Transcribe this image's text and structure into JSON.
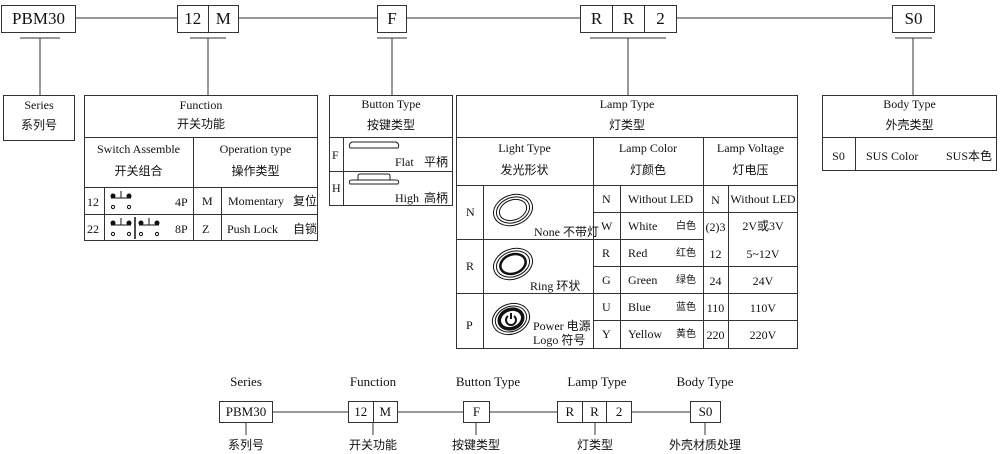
{
  "top_codes": {
    "series": "PBM30",
    "function": [
      "12",
      "M"
    ],
    "button": "F",
    "lamp": [
      "R",
      "R",
      "2"
    ],
    "body": "S0"
  },
  "series": {
    "en": "Series",
    "zh": "系列号"
  },
  "function": {
    "en": "Function",
    "zh": "开关功能",
    "switch_assemble": {
      "en": "Switch  Assemble",
      "zh": "开关组合"
    },
    "operation_type": {
      "en": "Operation type",
      "zh": "操作类型"
    },
    "rows": [
      {
        "code": "12",
        "poles": "4P",
        "op_code": "M",
        "op_en": "Momentary",
        "op_zh": "复位"
      },
      {
        "code": "22",
        "poles": "8P",
        "op_code": "Z",
        "op_en": "Push Lock",
        "op_zh": "自锁"
      }
    ]
  },
  "button_type": {
    "en": "Button   Type",
    "zh": "按键类型",
    "rows": [
      {
        "code": "F",
        "en": "Flat",
        "zh": "平柄"
      },
      {
        "code": "H",
        "en": "High",
        "zh": "高柄"
      }
    ]
  },
  "lamp_type": {
    "en": "Lamp   Type",
    "zh": "灯类型",
    "light_type": {
      "en": "Light Type",
      "zh": "发光形状",
      "rows": [
        {
          "code": "N",
          "label": "None 不带灯"
        },
        {
          "code": "R",
          "label": "Ring    环状"
        },
        {
          "code": "P",
          "label": "Power 电源",
          "label2": "Logo  符号"
        }
      ]
    },
    "lamp_color": {
      "en": "Lamp   Color",
      "zh": "灯颜色",
      "rows": [
        {
          "code": "N",
          "en": "Without LED",
          "zh": ""
        },
        {
          "code": "W",
          "en": "White",
          "zh": "白色"
        },
        {
          "code": "R",
          "en": "Red",
          "zh": "红色"
        },
        {
          "code": "G",
          "en": "Green",
          "zh": "绿色"
        },
        {
          "code": "U",
          "en": "Blue",
          "zh": "蓝色"
        },
        {
          "code": "Y",
          "en": "Yellow",
          "zh": "黄色"
        }
      ]
    },
    "lamp_voltage": {
      "en": "Lamp Voltage",
      "zh": "灯电压",
      "rows": [
        {
          "code": "N",
          "value": "Without LED"
        },
        {
          "code": "(2)3",
          "value": "2V或3V"
        },
        {
          "code": "12",
          "value": "5~12V"
        },
        {
          "code": "24",
          "value": "24V"
        },
        {
          "code": "110",
          "value": "110V"
        },
        {
          "code": "220",
          "value": "220V"
        }
      ]
    }
  },
  "body_type": {
    "en": "Body Type",
    "zh": "外壳类型",
    "rows": [
      {
        "code": "S0",
        "en": "SUS Color",
        "zh": "SUS本色"
      }
    ]
  },
  "bottom": {
    "labels": [
      "Series",
      "Function",
      "Button  Type",
      "Lamp   Type",
      "Body Type"
    ],
    "zh": [
      "系列号",
      "开关功能",
      "按键类型",
      "灯类型",
      "外壳材质处理"
    ],
    "codes": {
      "series": "PBM30",
      "function": [
        "12",
        "M"
      ],
      "button": "F",
      "lamp": [
        "R",
        "R",
        "2"
      ],
      "body": "S0"
    }
  }
}
